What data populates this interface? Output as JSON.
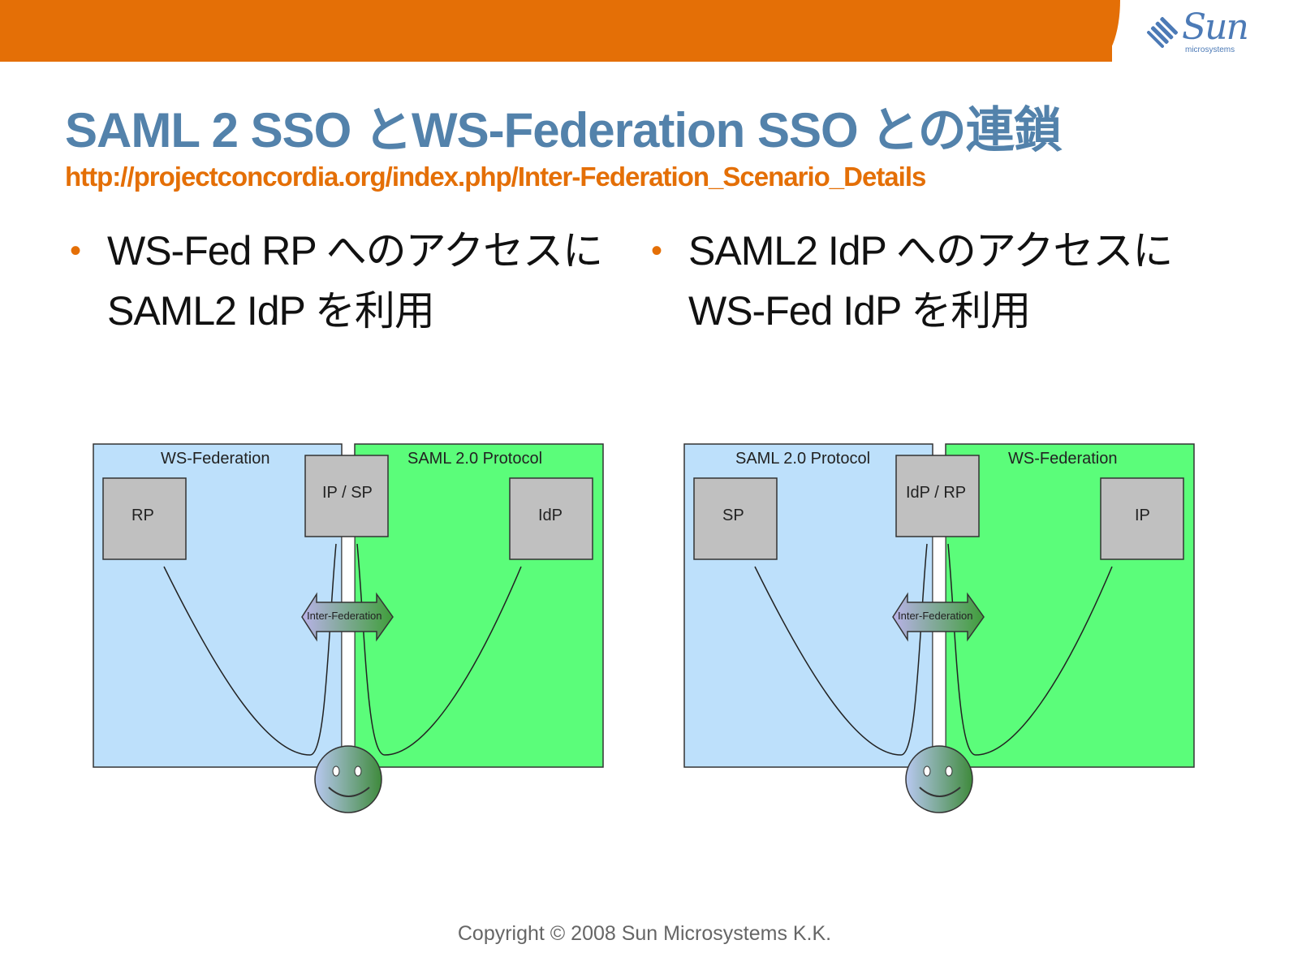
{
  "slide": {
    "title": "SAML 2 SSO とWS-Federation SSO との連鎖",
    "link": "http://projectconcordia.org/index.php/Inter-Federation_Scenario_Details",
    "logo": {
      "name": "Sun",
      "sub": "microsystems",
      "icon": "sun-logo-icon"
    },
    "colors": {
      "accent": "#e46f06",
      "title": "#5382ab",
      "left_zone": "#bde0fb",
      "right_zone": "#5bfd7a",
      "box": "#c0c0c0"
    }
  },
  "bullets": [
    {
      "line1": "WS-Fed RP へのアクセスに",
      "line2": "SAML2 IdP を利用"
    },
    {
      "line1": "SAML2 IdP へのアクセスに",
      "line2": "WS-Fed IdP を利用"
    }
  ],
  "diagrams": [
    {
      "left_zone_label": "WS-Federation",
      "right_zone_label": "SAML 2.0 Protocol",
      "left_box": "RP",
      "center_box": "IP / SP",
      "right_box": "IdP",
      "arrow_label": "Inter-Federation",
      "user_icon": "smiley-face-icon"
    },
    {
      "left_zone_label": "SAML 2.0 Protocol",
      "right_zone_label": "WS-Federation",
      "left_box": "SP",
      "center_box": "IdP / RP",
      "right_box": "IP",
      "arrow_label": "Inter-Federation",
      "user_icon": "smiley-face-icon"
    }
  ],
  "footer": "Copyright © 2008 Sun Microsystems K.K."
}
